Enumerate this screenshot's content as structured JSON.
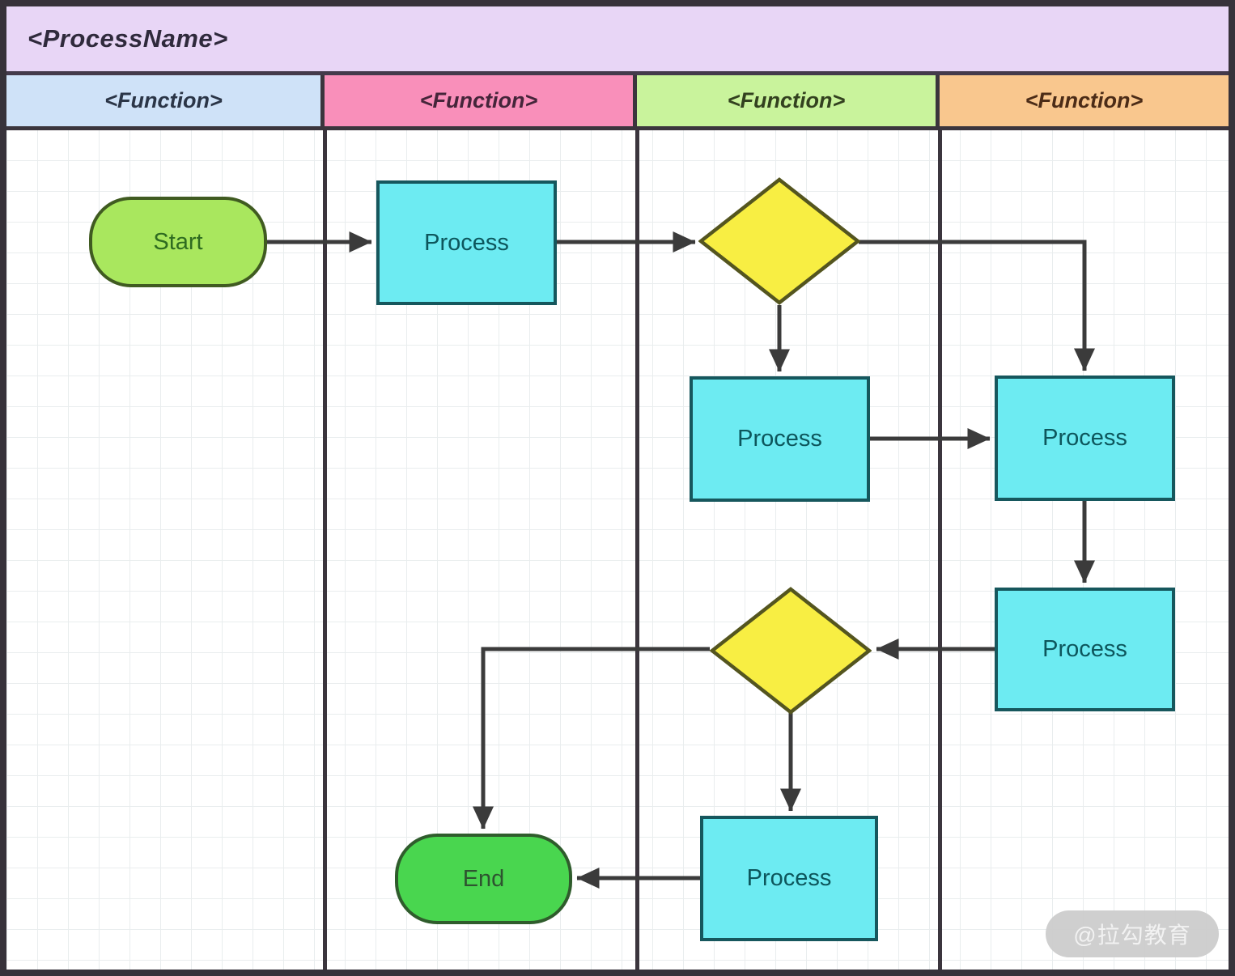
{
  "diagram": {
    "title": "<ProcessName>",
    "lanes": [
      {
        "label": "<Function>",
        "color": "#cfe2f8"
      },
      {
        "label": "<Function>",
        "color": "#f98fba"
      },
      {
        "label": "<Function>",
        "color": "#c9f39c"
      },
      {
        "label": "<Function>",
        "color": "#f9c78e"
      }
    ],
    "nodes": [
      {
        "id": "start",
        "type": "terminator",
        "lane": 1,
        "label": "Start",
        "fill": "#a9e75e"
      },
      {
        "id": "process-1",
        "type": "process",
        "lane": 2,
        "label": "Process",
        "fill": "#6debf2"
      },
      {
        "id": "decision-1",
        "type": "decision",
        "lane": 3,
        "label": "",
        "fill": "#f8ee43"
      },
      {
        "id": "process-2",
        "type": "process",
        "lane": 3,
        "label": "Process",
        "fill": "#6debf2"
      },
      {
        "id": "process-3",
        "type": "process",
        "lane": 4,
        "label": "Process",
        "fill": "#6debf2"
      },
      {
        "id": "process-4",
        "type": "process",
        "lane": 4,
        "label": "Process",
        "fill": "#6debf2"
      },
      {
        "id": "decision-2",
        "type": "decision",
        "lane": 3,
        "label": "",
        "fill": "#f8ee43"
      },
      {
        "id": "process-5",
        "type": "process",
        "lane": 3,
        "label": "Process",
        "fill": "#6debf2"
      },
      {
        "id": "end",
        "type": "terminator",
        "lane": 2,
        "label": "End",
        "fill": "#49d64f"
      }
    ],
    "edges": [
      {
        "from": "start",
        "to": "process-1"
      },
      {
        "from": "process-1",
        "to": "decision-1"
      },
      {
        "from": "decision-1",
        "to": "process-2"
      },
      {
        "from": "decision-1",
        "to": "process-3"
      },
      {
        "from": "process-2",
        "to": "process-3"
      },
      {
        "from": "process-3",
        "to": "process-4"
      },
      {
        "from": "process-4",
        "to": "decision-2"
      },
      {
        "from": "decision-2",
        "to": "end"
      },
      {
        "from": "decision-2",
        "to": "process-5"
      },
      {
        "from": "process-5",
        "to": "end"
      }
    ],
    "watermark": "@拉勾教育",
    "colors": {
      "title_band": "#e8d6f6",
      "frame_border": "#37323a",
      "connector": "#3b3b3b",
      "process_fill": "#6debf2",
      "process_border": "#16575d",
      "decision_fill": "#f8ee43",
      "decision_border": "#54551f",
      "start_fill": "#a9e75e",
      "end_fill": "#49d64f",
      "grid_line": "#e9edee",
      "watermark_bg": "#cbcbcb"
    }
  }
}
